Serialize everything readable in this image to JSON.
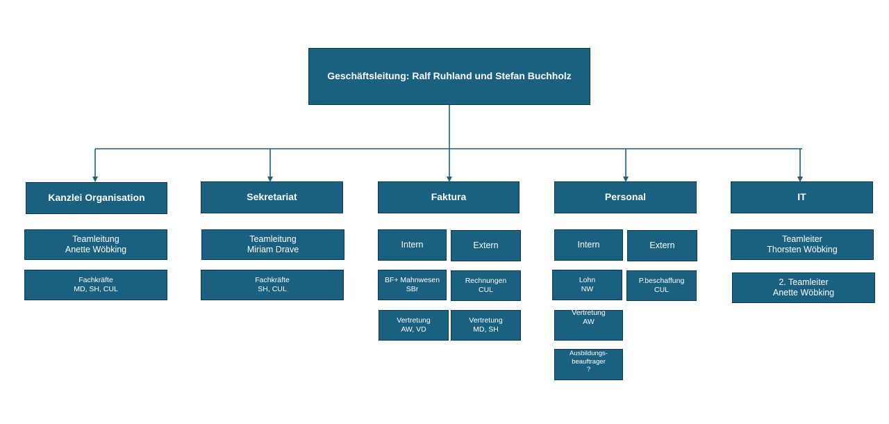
{
  "colors": {
    "box_fill": "#1a6080",
    "box_border": "#0e3a50",
    "connector": "#1a6080",
    "text": "#ffffff"
  },
  "top": {
    "label": "Geschäftsleitung: Ralf Ruhland und Stefan Buchholz"
  },
  "departments": {
    "kanzlei": {
      "title": "Kanzlei Organisation",
      "lead_1": "Teamleitung",
      "lead_2": "Anette Wöbking",
      "staff_1": "Fachkräfte",
      "staff_2": "MD, SH, CUL"
    },
    "sekretariat": {
      "title": "Sekretariat",
      "lead_1": "Teamleitung",
      "lead_2": "Miriam Drave",
      "staff_1": "Fachkräfte",
      "staff_2": "SH, CUL"
    },
    "faktura": {
      "title": "Faktura",
      "intern": "Intern",
      "extern": "Extern",
      "intern_1_a": "BF+ Mahnwesen",
      "intern_1_b": "SBr",
      "extern_1_a": "Rechnungen",
      "extern_1_b": "CUL",
      "intern_2_a": "Vertretung",
      "intern_2_b": "AW, VD",
      "extern_2_a": "Vertretung",
      "extern_2_b": "MD, SH"
    },
    "personal": {
      "title": "Personal",
      "intern": "Intern",
      "extern": "Extern",
      "intern_1_a": "Lohn",
      "intern_1_b": "NW",
      "extern_1_a": "P.beschaffung",
      "extern_1_b": "CUL",
      "intern_2_a": "Vertretung",
      "intern_2_b": "AW",
      "intern_3_a": "Ausbildungs-",
      "intern_3_b": "beauftrager",
      "intern_3_c": "?"
    },
    "it": {
      "title": "IT",
      "lead_1": "Teamleiter",
      "lead_2": "Thorsten Wöbking",
      "lead2_1": "2. Teamleiter",
      "lead2_2": "Anette Wöbking"
    }
  }
}
